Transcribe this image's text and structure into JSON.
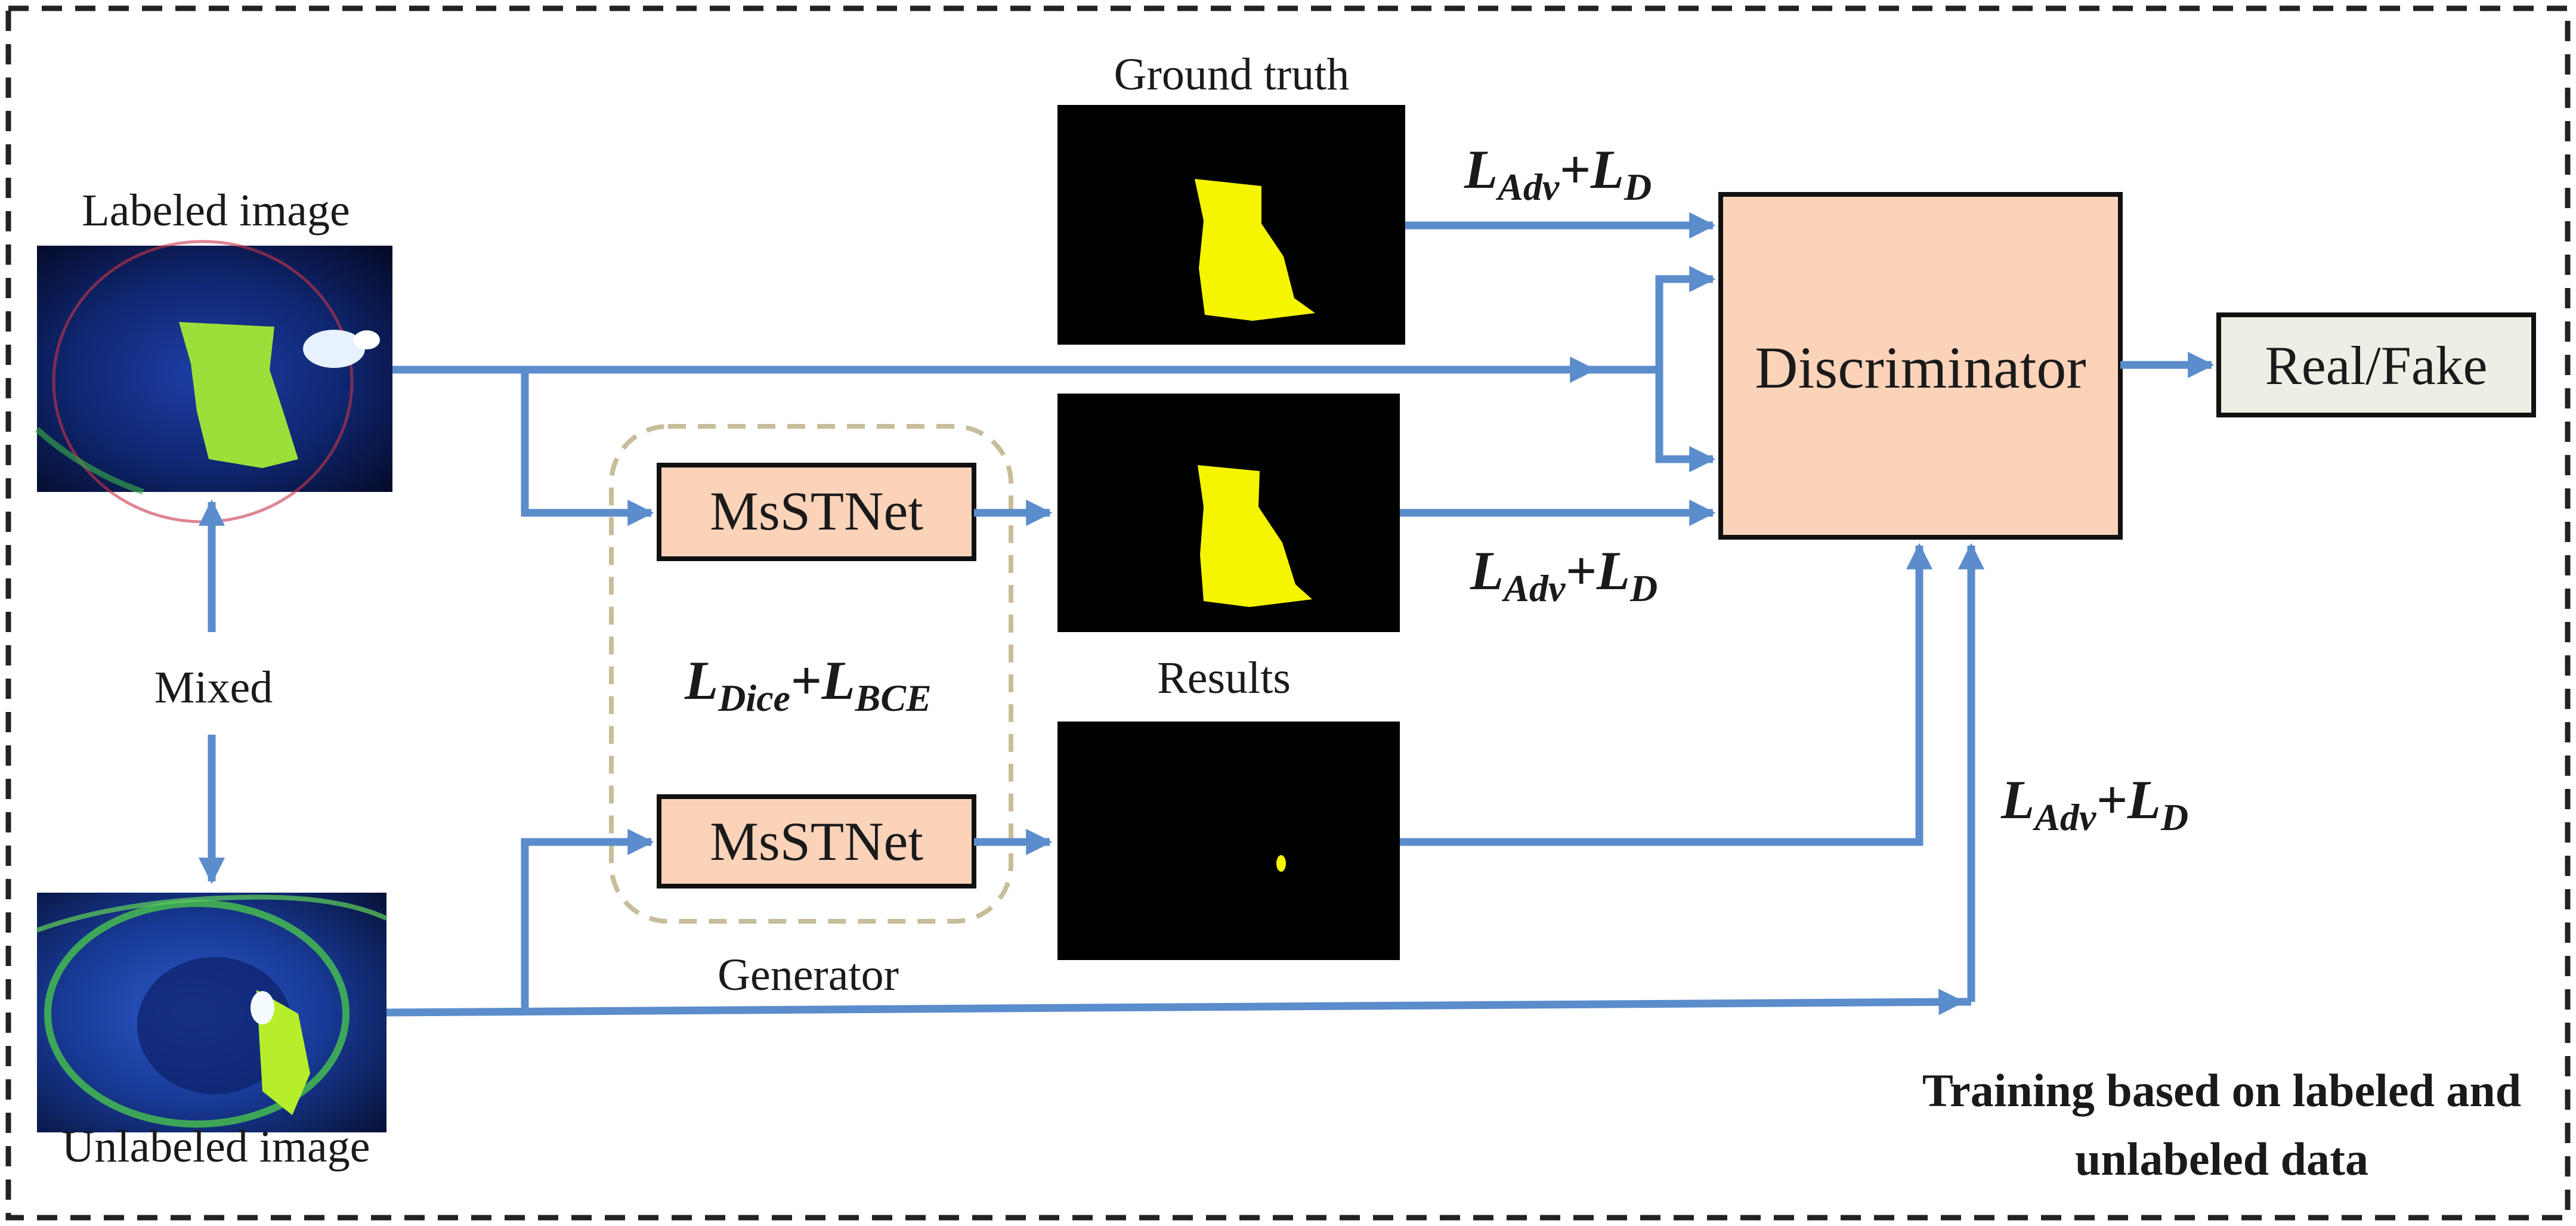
{
  "labels": {
    "labeled_image": "Labeled image",
    "unlabeled_image": "Unlabeled image",
    "mixed": "Mixed",
    "ground_truth": "Ground truth",
    "results": "Results",
    "generator": "Generator",
    "training_line1": "Training based on labeled and",
    "training_line2": "unlabeled data"
  },
  "boxes": {
    "generator_top": "MsSTNet",
    "generator_bottom": "MsSTNet",
    "discriminator": "Discriminator",
    "output": "Real/Fake"
  },
  "losses": {
    "seg": {
      "a": "L",
      "a_sub": "Dice",
      "plus": "+",
      "b": "L",
      "b_sub": "BCE"
    },
    "adv_top": {
      "a": "L",
      "a_sub": "Adv",
      "plus": "+",
      "b": "L",
      "b_sub": "D"
    },
    "adv_mid": {
      "a": "L",
      "a_sub": "Adv",
      "plus": "+",
      "b": "L",
      "b_sub": "D"
    },
    "adv_right": {
      "a": "L",
      "a_sub": "Adv",
      "plus": "+",
      "b": "L",
      "b_sub": "D"
    }
  },
  "colors": {
    "arrow": "#5b8ccc",
    "box_fill": "#fbd3b9",
    "output_fill": "#eeeee4",
    "generator_border": "#c8bd9a",
    "mask": "#f5f500"
  }
}
